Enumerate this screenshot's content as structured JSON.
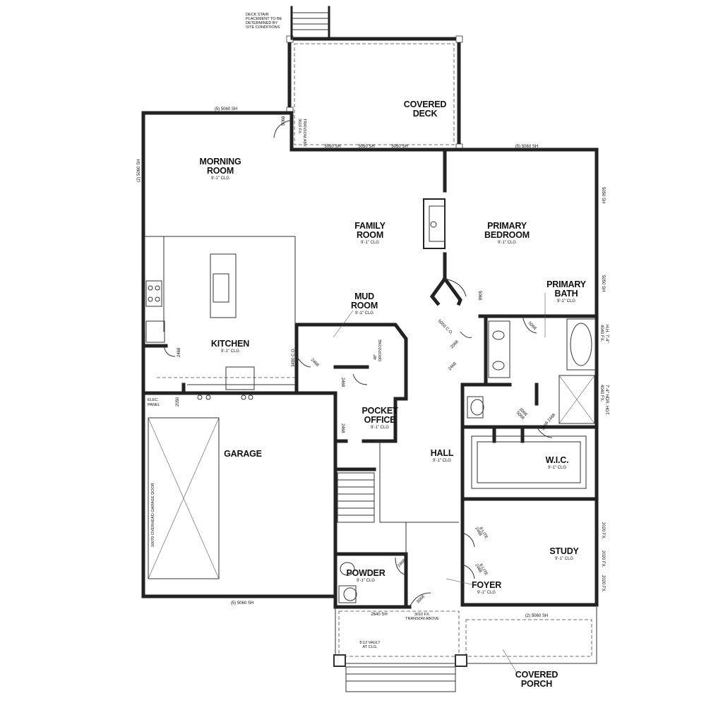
{
  "rooms": {
    "covered_deck": {
      "name1": "COVERED",
      "name2": "DECK"
    },
    "morning_room": {
      "name1": "MORNING",
      "name2": "ROOM",
      "clg": "9'-1\" CLG"
    },
    "family_room": {
      "name1": "FAMILY",
      "name2": "ROOM",
      "clg": "9'-1\" CLG"
    },
    "primary_bedroom": {
      "name1": "PRIMARY",
      "name2": "BEDROOM",
      "clg": "9'-1\" CLG"
    },
    "primary_bath": {
      "name1": "PRIMARY",
      "name2": "BATH",
      "clg": "9'-1\" CLG"
    },
    "mud_room": {
      "name1": "MUD",
      "name2": "ROOM",
      "clg": "9'-1\" CLG"
    },
    "kitchen": {
      "name1": "KITCHEN",
      "clg": "9'-1\" CLG"
    },
    "pocket_office": {
      "name1": "POCKET",
      "name2": "OFFICE",
      "clg": "9'-1\" CLG"
    },
    "garage": {
      "name1": "GARAGE"
    },
    "hall": {
      "name1": "HALL",
      "clg": "9'-1\" CLG"
    },
    "wic": {
      "name1": "W.I.C.",
      "clg": "9'-1\" CLG"
    },
    "study": {
      "name1": "STUDY",
      "clg": "9'-1\" CLG"
    },
    "powder": {
      "name1": "POWDER",
      "clg": "9'-1\" CLG"
    },
    "foyer": {
      "name1": "FOYER",
      "clg": "9'-1\" CLG"
    },
    "covered_porch": {
      "name1": "COVERED",
      "name2": "PORCH"
    }
  },
  "notes": {
    "deck_stair": [
      "DECK STAIR",
      "PLACEMENT TO BE",
      "DETERMINED BY",
      "SITE CONDITIONS"
    ],
    "vault": [
      "8:12 VAULT",
      "AT CLG."
    ],
    "drop_zone": [
      "48\"",
      "DROPZONE"
    ],
    "elec_panel": [
      "ELEC.",
      "PANEL"
    ],
    "garage_door": "16070 OVERHEAD GARAGE DOOR",
    "deck_transom": [
      "3610 FX.",
      "TRANSOM ABV."
    ],
    "entry_transom": [
      "3010 FX.",
      "TRANSOM ABOVE"
    ]
  },
  "windows": {
    "morning_top": "(5) 5060 SH",
    "morning_left": "(2) 5060 SH",
    "deck_1": "5050 SH",
    "deck_2": "5050 SH",
    "deck_3": "5050 SH",
    "primary_top": "(5) 5060 SH",
    "primary_right": "5050 SH",
    "primary_right_2": "5050 SH",
    "bath_right_1": [
      "4040 FX.",
      "H.H. 7'-4\""
    ],
    "bath_right_2": [
      "4040 FX.",
      "7'-4\" HDR. HGT."
    ],
    "study_r1": "2020 FX.",
    "study_r2": "2020 FX.",
    "study_r3": "2020 FX.",
    "garage_bottom": "(5) 5060 SH",
    "porch_top": "(2) 5060 SH",
    "powder_bottom": "2640 SH"
  },
  "doors": {
    "morning": "5068",
    "primary": "5068",
    "primary_bath": "5068",
    "closet_1": "5068",
    "wic": "2468",
    "wic2": "2468",
    "hall_1": "2068",
    "hall_2": "2468",
    "kitchen_pantry": "2468",
    "mud": "2468",
    "mud_co": "3480 C.O.",
    "family_co": "5050 C.O.",
    "office": "2468",
    "office_2": "2468",
    "garage": "2050",
    "powder": "2468",
    "study_1": [
      "2468",
      "8-LITE"
    ],
    "study_2": [
      "2468",
      "8-LITE"
    ],
    "entry": "3068",
    "toilet_room": "3068"
  }
}
